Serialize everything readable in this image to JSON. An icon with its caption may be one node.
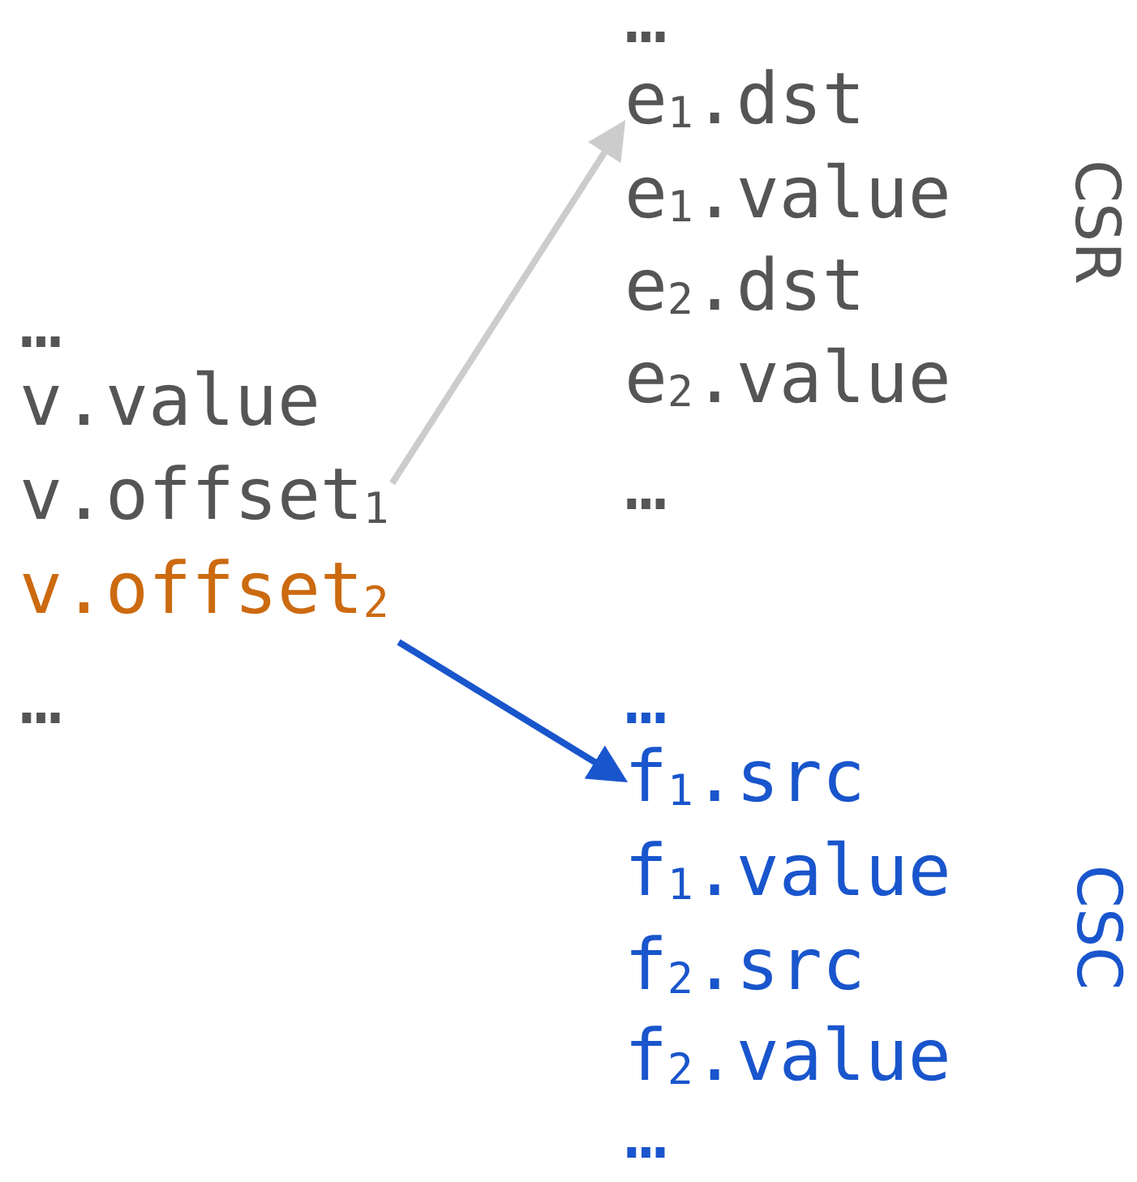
{
  "diagram": {
    "nodes": [
      {
        "text": [
          "v.offset$_{1}$"
        ]
      },
      {
        "text": [
          "e$_{1}$.dst"
        ]
      },
      {
        "text": [
          "v.offset$_{2}$"
        ]
      },
      {
        "text": [
          "f$_{1}$.src"
        ]
      }
    ],
    "edges": [
      {
        "from": 0,
        "to": 1,
        "arrow": "to",
        "color": "#cccccc"
      },
      {
        "from": 2,
        "to": 3,
        "arrow": "to",
        "color": "#1955cc"
      }
    ],
    "labels": [
      "…",
      "e$_{1}$.value",
      "e$_{2}$.dst",
      "e$_{2}$.value",
      "…",
      "CSR",
      "…",
      "v.value",
      "…",
      "…",
      "f$_{1}$.value",
      "f$_{2}$.src",
      "f$_{2}$.value",
      "…",
      "CSC"
    ]
  }
}
